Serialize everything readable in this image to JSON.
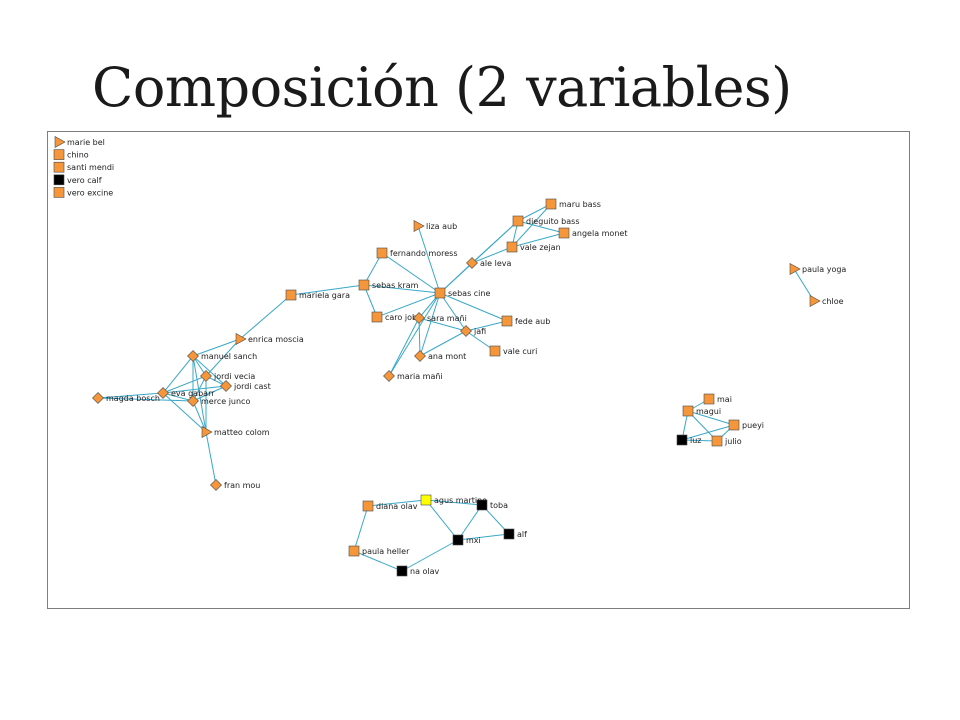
{
  "title": "Composición (2 variables)",
  "colors": {
    "edge": "#3aa8c8",
    "orange": "#f5963a",
    "black": "#000000",
    "yellow": "#ffff00"
  },
  "legend": [
    {
      "label": "marie bel",
      "shape": "triangle",
      "color": "orange"
    },
    {
      "label": "chino",
      "shape": "square",
      "color": "orange"
    },
    {
      "label": "santi mendi",
      "shape": "square",
      "color": "orange"
    },
    {
      "label": "vero calf",
      "shape": "square",
      "color": "black"
    },
    {
      "label": "vero excine",
      "shape": "square",
      "color": "orange"
    }
  ],
  "nodes": [
    {
      "id": "maru_bass",
      "label": "maru bass",
      "shape": "square",
      "color": "orange"
    },
    {
      "id": "dieguito_bass",
      "label": "dieguito bass",
      "shape": "square",
      "color": "orange"
    },
    {
      "id": "angela_monet",
      "label": "angela monet",
      "shape": "square",
      "color": "orange"
    },
    {
      "id": "liza_aub",
      "label": "liza aub",
      "shape": "triangle",
      "color": "orange"
    },
    {
      "id": "vale_zejan",
      "label": "vale zejan",
      "shape": "square",
      "color": "orange"
    },
    {
      "id": "fernando_moress",
      "label": "fernando moress",
      "shape": "square",
      "color": "orange"
    },
    {
      "id": "ale_leva",
      "label": "ale leva",
      "shape": "diamond",
      "color": "orange"
    },
    {
      "id": "sebas_kram",
      "label": "sebas kram",
      "shape": "square",
      "color": "orange"
    },
    {
      "id": "sebas_cine",
      "label": "sebas cine",
      "shape": "square",
      "color": "orange"
    },
    {
      "id": "mariela_gara",
      "label": "mariela gara",
      "shape": "square",
      "color": "orange"
    },
    {
      "id": "caro_jobb",
      "label": "caro jobb",
      "shape": "square",
      "color": "orange"
    },
    {
      "id": "sara_mani",
      "label": "sara mañi",
      "shape": "diamond",
      "color": "orange"
    },
    {
      "id": "fede_aub",
      "label": "fede aub",
      "shape": "square",
      "color": "orange"
    },
    {
      "id": "jafi",
      "label": "jafi",
      "shape": "diamond",
      "color": "orange"
    },
    {
      "id": "vale_curi",
      "label": "vale curi",
      "shape": "square",
      "color": "orange"
    },
    {
      "id": "ana_mont",
      "label": "ana mont",
      "shape": "diamond",
      "color": "orange"
    },
    {
      "id": "maria_mani",
      "label": "maria mañi",
      "shape": "diamond",
      "color": "orange"
    },
    {
      "id": "enrica_moscia",
      "label": "enrica moscia",
      "shape": "triangle",
      "color": "orange"
    },
    {
      "id": "manuel_sanch",
      "label": "manuel sanch",
      "shape": "diamond",
      "color": "orange"
    },
    {
      "id": "jordi_vecia",
      "label": "jordi vecia",
      "shape": "diamond",
      "color": "orange"
    },
    {
      "id": "jordi_cast",
      "label": "jordi cast",
      "shape": "diamond",
      "color": "orange"
    },
    {
      "id": "eva_gabarr",
      "label": "eva gabarr",
      "shape": "diamond",
      "color": "orange"
    },
    {
      "id": "merce_junco",
      "label": "merce junco",
      "shape": "diamond",
      "color": "orange"
    },
    {
      "id": "magda_bosch",
      "label": "magda bosch",
      "shape": "diamond",
      "color": "orange"
    },
    {
      "id": "matteo_colom",
      "label": "matteo colom",
      "shape": "triangle",
      "color": "orange"
    },
    {
      "id": "fran_mou",
      "label": "fran mou",
      "shape": "diamond",
      "color": "orange"
    },
    {
      "id": "paula_yoga",
      "label": "paula yoga",
      "shape": "triangle",
      "color": "orange"
    },
    {
      "id": "chloe",
      "label": "chloe",
      "shape": "triangle",
      "color": "orange"
    },
    {
      "id": "mai",
      "label": "mai",
      "shape": "square",
      "color": "orange"
    },
    {
      "id": "magui",
      "label": "magui",
      "shape": "square",
      "color": "orange"
    },
    {
      "id": "pueyi",
      "label": "pueyi",
      "shape": "square",
      "color": "orange"
    },
    {
      "id": "luz",
      "label": "luz",
      "shape": "square",
      "color": "black"
    },
    {
      "id": "julio",
      "label": "julio",
      "shape": "square",
      "color": "orange"
    },
    {
      "id": "agus_martino",
      "label": "agus martino",
      "shape": "square",
      "color": "yellow"
    },
    {
      "id": "diana_olav",
      "label": "diana olav",
      "shape": "square",
      "color": "orange"
    },
    {
      "id": "toba",
      "label": "toba",
      "shape": "square",
      "color": "black"
    },
    {
      "id": "alf",
      "label": "alf",
      "shape": "square",
      "color": "black"
    },
    {
      "id": "mxi",
      "label": "mxi",
      "shape": "square",
      "color": "black"
    },
    {
      "id": "paula_heller",
      "label": "paula heller",
      "shape": "square",
      "color": "orange"
    },
    {
      "id": "na_olav",
      "label": "na olav",
      "shape": "square",
      "color": "black"
    }
  ],
  "edges": [
    [
      "maru_bass",
      "dieguito_bass"
    ],
    [
      "maru_bass",
      "vale_zejan"
    ],
    [
      "dieguito_bass",
      "angela_monet"
    ],
    [
      "dieguito_bass",
      "vale_zejan"
    ],
    [
      "dieguito_bass",
      "ale_leva"
    ],
    [
      "vale_zejan",
      "angela_monet"
    ],
    [
      "vale_zejan",
      "ale_leva"
    ],
    [
      "ale_leva",
      "sebas_cine"
    ],
    [
      "dieguito_bass",
      "sebas_cine"
    ],
    [
      "liza_aub",
      "sebas_cine"
    ],
    [
      "fernando_moress",
      "sebas_cine"
    ],
    [
      "fernando_moress",
      "sebas_kram"
    ],
    [
      "sebas_kram",
      "sebas_cine"
    ],
    [
      "sebas_kram",
      "mariela_gara"
    ],
    [
      "sebas_cine",
      "caro_jobb"
    ],
    [
      "sebas_cine",
      "sara_mani"
    ],
    [
      "sebas_cine",
      "jafi"
    ],
    [
      "sebas_cine",
      "fede_aub"
    ],
    [
      "sebas_cine",
      "ana_mont"
    ],
    [
      "sebas_cine",
      "maria_mani"
    ],
    [
      "sebas_kram",
      "caro_jobb"
    ],
    [
      "sara_mani",
      "jafi"
    ],
    [
      "sara_mani",
      "ana_mont"
    ],
    [
      "sara_mani",
      "maria_mani"
    ],
    [
      "jafi",
      "vale_curi"
    ],
    [
      "jafi",
      "fede_aub"
    ],
    [
      "jafi",
      "ana_mont"
    ],
    [
      "mariela_gara",
      "enrica_moscia"
    ],
    [
      "enrica_moscia",
      "manuel_sanch"
    ],
    [
      "enrica_moscia",
      "jordi_vecia"
    ],
    [
      "manuel_sanch",
      "jordi_vecia"
    ],
    [
      "manuel_sanch",
      "eva_gabarr"
    ],
    [
      "manuel_sanch",
      "merce_junco"
    ],
    [
      "manuel_sanch",
      "matteo_colom"
    ],
    [
      "manuel_sanch",
      "jordi_cast"
    ],
    [
      "jordi_vecia",
      "jordi_cast"
    ],
    [
      "jordi_vecia",
      "eva_gabarr"
    ],
    [
      "jordi_vecia",
      "merce_junco"
    ],
    [
      "jordi_vecia",
      "matteo_colom"
    ],
    [
      "eva_gabarr",
      "merce_junco"
    ],
    [
      "eva_gabarr",
      "magda_bosch"
    ],
    [
      "eva_gabarr",
      "matteo_colom"
    ],
    [
      "eva_gabarr",
      "jordi_cast"
    ],
    [
      "merce_junco",
      "matteo_colom"
    ],
    [
      "merce_junco",
      "jordi_cast"
    ],
    [
      "magda_bosch",
      "merce_junco"
    ],
    [
      "matteo_colom",
      "fran_mou"
    ],
    [
      "paula_yoga",
      "chloe"
    ],
    [
      "mai",
      "magui"
    ],
    [
      "magui",
      "pueyi"
    ],
    [
      "magui",
      "luz"
    ],
    [
      "magui",
      "julio"
    ],
    [
      "pueyi",
      "luz"
    ],
    [
      "pueyi",
      "julio"
    ],
    [
      "luz",
      "julio"
    ],
    [
      "agus_martino",
      "toba"
    ],
    [
      "agus_martino",
      "mxi"
    ],
    [
      "toba",
      "mxi"
    ],
    [
      "toba",
      "alf"
    ],
    [
      "mxi",
      "alf"
    ],
    [
      "mxi",
      "na_olav"
    ],
    [
      "diana_olav",
      "paula_heller"
    ],
    [
      "paula_heller",
      "na_olav"
    ],
    [
      "diana_olav",
      "agus_martino"
    ]
  ]
}
